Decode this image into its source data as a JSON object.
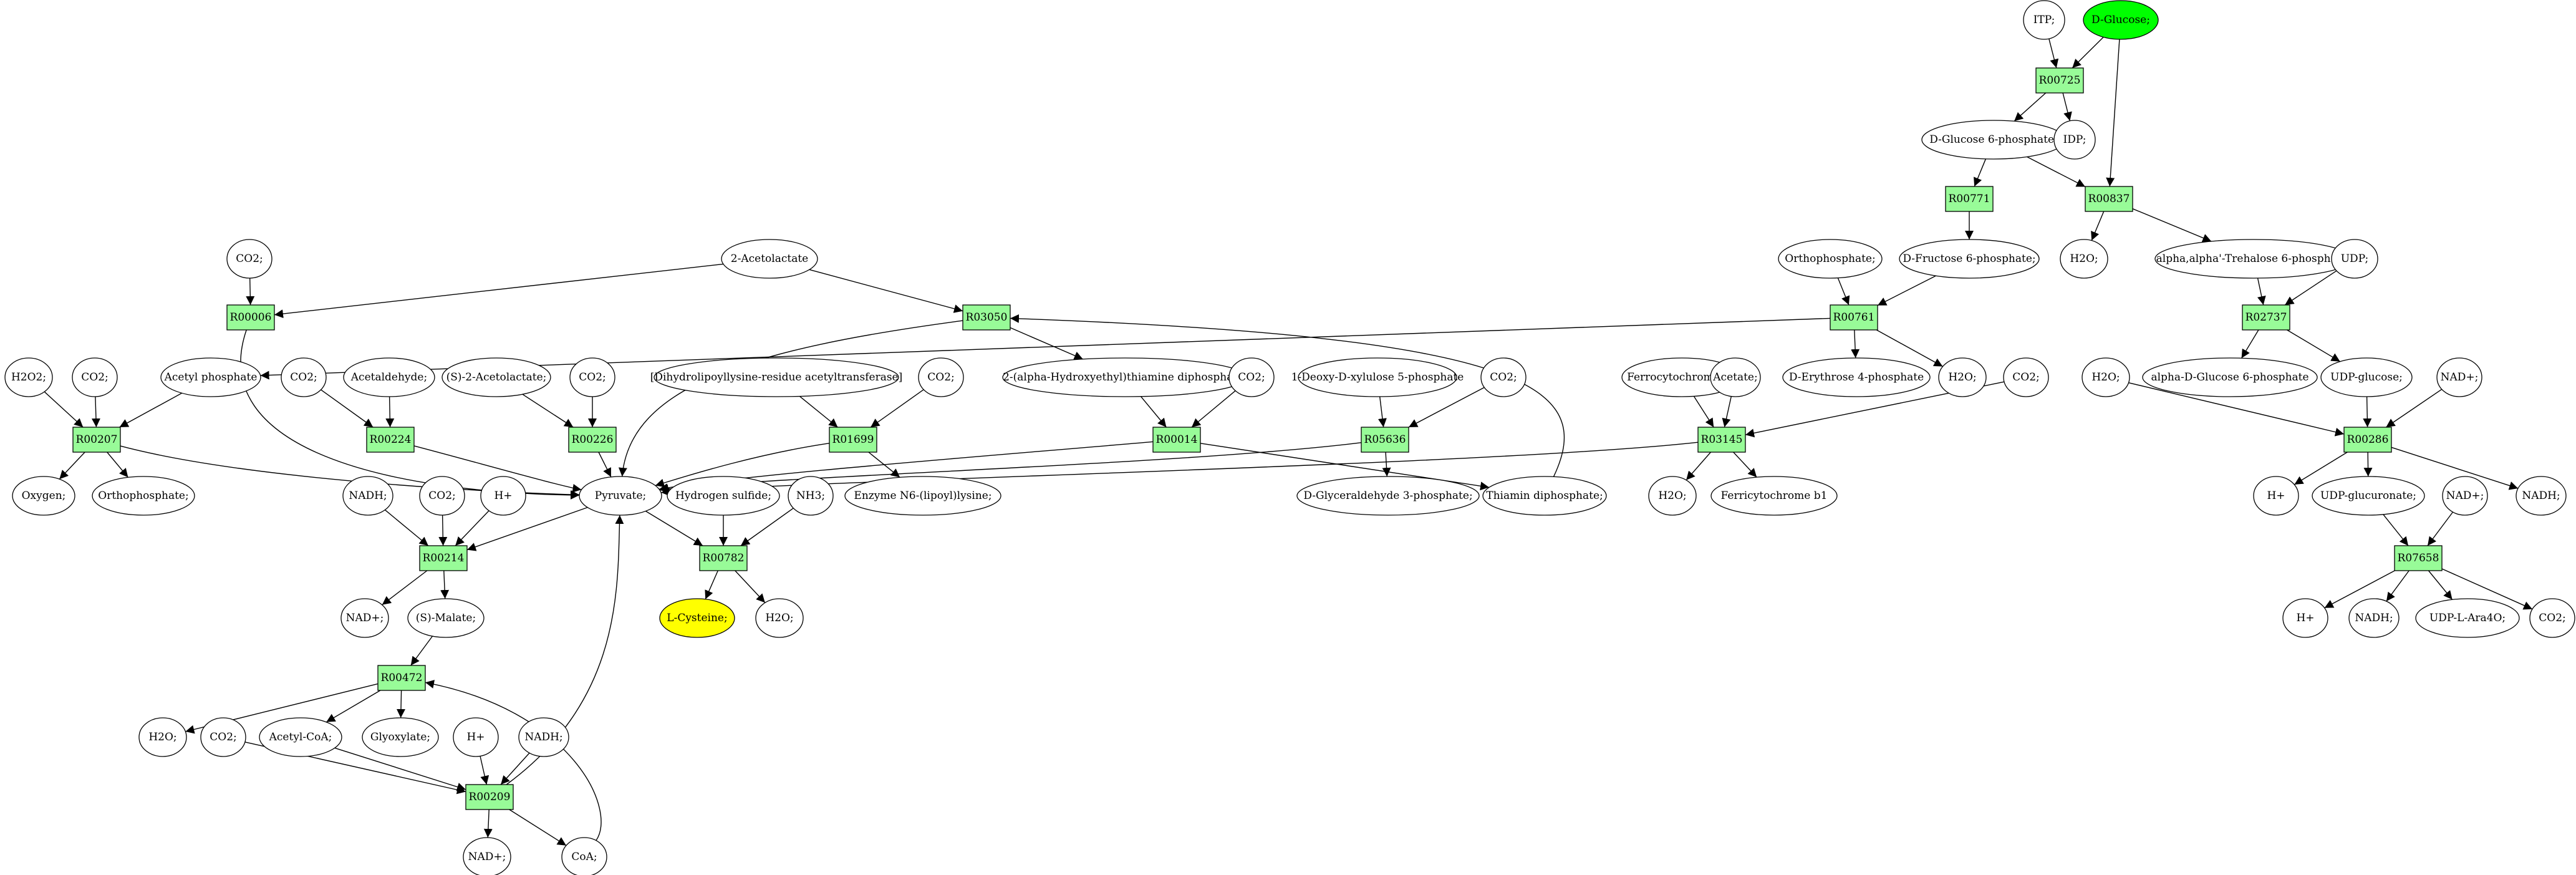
{
  "diagram": {
    "colors": {
      "reaction_fill": "#98fb98",
      "compound_fill": "#ffffff",
      "start_fill": "#00ff00",
      "target_fill": "#ffff00",
      "line": "#000000"
    },
    "reactions": [
      {
        "id": "R00725",
        "label": "R00725"
      },
      {
        "id": "R00837",
        "label": "R00837"
      },
      {
        "id": "R00771",
        "label": "R00771"
      },
      {
        "id": "R00761",
        "label": "R00761"
      },
      {
        "id": "R02737",
        "label": "R02737"
      },
      {
        "id": "R00006",
        "label": "R00006"
      },
      {
        "id": "R03050",
        "label": "R03050"
      },
      {
        "id": "R00207",
        "label": "R00207"
      },
      {
        "id": "R00224",
        "label": "R00224"
      },
      {
        "id": "R00226",
        "label": "R00226"
      },
      {
        "id": "R01699",
        "label": "R01699"
      },
      {
        "id": "R00014",
        "label": "R00014"
      },
      {
        "id": "R05636",
        "label": "R05636"
      },
      {
        "id": "R03145",
        "label": "R03145"
      },
      {
        "id": "R00286",
        "label": "R00286"
      },
      {
        "id": "R00214",
        "label": "R00214"
      },
      {
        "id": "R00782",
        "label": "R00782"
      },
      {
        "id": "R07658",
        "label": "R07658"
      },
      {
        "id": "R00472",
        "label": "R00472"
      },
      {
        "id": "R00209",
        "label": "R00209"
      }
    ],
    "compounds": [
      {
        "id": "itp",
        "label": "ITP;"
      },
      {
        "id": "dglucose",
        "label": "D-Glucose;",
        "role": "start"
      },
      {
        "id": "g6p",
        "label": "D-Glucose 6-phosphate;"
      },
      {
        "id": "idp",
        "label": "IDP;"
      },
      {
        "id": "f6p",
        "label": "D-Fructose 6-phosphate;"
      },
      {
        "id": "h2o_837",
        "label": "H2O;"
      },
      {
        "id": "trehalose6p",
        "label": "alpha,alpha'-Trehalose 6-phosphate;"
      },
      {
        "id": "udp_1",
        "label": "UDP;"
      },
      {
        "id": "orthophosphate_761",
        "label": "Orthophosphate;"
      },
      {
        "id": "erythrose4p",
        "label": "D-Erythrose 4-phosphate"
      },
      {
        "id": "h2o_761",
        "label": "H2O;"
      },
      {
        "id": "glucose6p_alpha",
        "label": "alpha-D-Glucose 6-phosphate"
      },
      {
        "id": "udpglucose",
        "label": "UDP-glucose;"
      },
      {
        "id": "co2_006",
        "label": "CO2;"
      },
      {
        "id": "acetolactate",
        "label": "2-Acetolactate"
      },
      {
        "id": "h2o2",
        "label": "H2O2;"
      },
      {
        "id": "co2_207",
        "label": "CO2;"
      },
      {
        "id": "acetylphosphate",
        "label": "Acetyl phosphate"
      },
      {
        "id": "co2_224",
        "label": "CO2;"
      },
      {
        "id": "acetaldehyde",
        "label": "Acetaldehyde;"
      },
      {
        "id": "s_acetolactate",
        "label": "(S)-2-Acetolactate;"
      },
      {
        "id": "co2_226",
        "label": "CO2;"
      },
      {
        "id": "dihydrolipoyllysine",
        "label": "[Dihydrolipoyllysine-residue acetyltransferase]"
      },
      {
        "id": "co2_1699",
        "label": "CO2;"
      },
      {
        "id": "hydroxyethylthiamine",
        "label": "2-(alpha-Hydroxyethyl)thiamine diphosphate;"
      },
      {
        "id": "co2_014",
        "label": "CO2;"
      },
      {
        "id": "deoxyxylulose5p",
        "label": "1-Deoxy-D-xylulose 5-phosphate"
      },
      {
        "id": "co2_5636",
        "label": "CO2;"
      },
      {
        "id": "ferrocytochrome",
        "label": "Ferrocytochrome b1"
      },
      {
        "id": "acetate",
        "label": "Acetate;"
      },
      {
        "id": "co2_3145",
        "label": "CO2;"
      },
      {
        "id": "h2o_286",
        "label": "H2O;"
      },
      {
        "id": "nadp_286",
        "label": "NAD+;"
      },
      {
        "id": "oxygen",
        "label": "Oxygen;"
      },
      {
        "id": "orthophosphate_207",
        "label": "Orthophosphate;"
      },
      {
        "id": "pyruvate",
        "label": "Pyruvate;"
      },
      {
        "id": "enzyme_lipoyllysine",
        "label": "Enzyme N6-(lipoyl)lysine;"
      },
      {
        "id": "glyceraldehyde3p",
        "label": "D-Glyceraldehyde 3-phosphate;"
      },
      {
        "id": "thiamin_dp",
        "label": "Thiamin diphosphate;"
      },
      {
        "id": "h2o_3145",
        "label": "H2O;"
      },
      {
        "id": "ferricytochrome",
        "label": "Ferricytochrome b1"
      },
      {
        "id": "hplus_286",
        "label": "H+"
      },
      {
        "id": "udpglucuronate",
        "label": "UDP-glucuronate;"
      },
      {
        "id": "nadp_7658",
        "label": "NAD+;"
      },
      {
        "id": "nadh_286",
        "label": "NADH;"
      },
      {
        "id": "nadh_214",
        "label": "NADH;"
      },
      {
        "id": "co2_214",
        "label": "CO2;"
      },
      {
        "id": "hplus_214",
        "label": "H+"
      },
      {
        "id": "hydrogensulfide",
        "label": "Hydrogen sulfide;"
      },
      {
        "id": "nh3",
        "label": "NH3;"
      },
      {
        "id": "nadp_214out",
        "label": "NAD+;"
      },
      {
        "id": "s_malate",
        "label": "(S)-Malate;"
      },
      {
        "id": "lcysteine",
        "label": "L-Cysteine;",
        "role": "target"
      },
      {
        "id": "h2o_782",
        "label": "H2O;"
      },
      {
        "id": "hplus_7658",
        "label": "H+"
      },
      {
        "id": "nadh_7658",
        "label": "NADH;"
      },
      {
        "id": "udp_ara4o",
        "label": "UDP-L-Ara4O;"
      },
      {
        "id": "co2_7658",
        "label": "CO2;"
      },
      {
        "id": "h2o_472",
        "label": "H2O;"
      },
      {
        "id": "acetylcoa",
        "label": "Acetyl-CoA;"
      },
      {
        "id": "glyoxylate",
        "label": "Glyoxylate;"
      },
      {
        "id": "co2_209",
        "label": "CO2;"
      },
      {
        "id": "hplus_209",
        "label": "H+"
      },
      {
        "id": "nadh_209",
        "label": "NADH;"
      },
      {
        "id": "nadp_209",
        "label": "NAD+;"
      },
      {
        "id": "coa",
        "label": "CoA;"
      }
    ],
    "edges": [
      [
        "itp",
        "R00725"
      ],
      [
        "dglucose",
        "R00725"
      ],
      [
        "R00725",
        "g6p"
      ],
      [
        "R00725",
        "idp"
      ],
      [
        "dglucose",
        "R00837"
      ],
      [
        "g6p",
        "R00837"
      ],
      [
        "R00837",
        "h2o_837"
      ],
      [
        "R00837",
        "trehalose6p"
      ],
      [
        "g6p",
        "R00771"
      ],
      [
        "R00771",
        "f6p"
      ],
      [
        "orthophosphate_761",
        "R00761"
      ],
      [
        "f6p",
        "R00761"
      ],
      [
        "R00761",
        "acetylphosphate"
      ],
      [
        "R00761",
        "erythrose4p"
      ],
      [
        "R00761",
        "h2o_761"
      ],
      [
        "trehalose6p",
        "R02737"
      ],
      [
        "udp_1",
        "R02737"
      ],
      [
        "R02737",
        "glucose6p_alpha"
      ],
      [
        "R02737",
        "udpglucose"
      ],
      [
        "co2_006",
        "R00006"
      ],
      [
        "acetolactate",
        "R00006"
      ],
      [
        "R00006",
        "pyruvate"
      ],
      [
        "acetolactate",
        "R03050"
      ],
      [
        "R03050",
        "pyruvate"
      ],
      [
        "R03050",
        "hydroxyethylthiamine"
      ],
      [
        "thiamin_dp",
        "R03050"
      ],
      [
        "h2o2",
        "R00207"
      ],
      [
        "co2_207",
        "R00207"
      ],
      [
        "acetylphosphate",
        "R00207"
      ],
      [
        "R00207",
        "oxygen"
      ],
      [
        "R00207",
        "orthophosphate_207"
      ],
      [
        "R00207",
        "pyruvate"
      ],
      [
        "co2_224",
        "R00224"
      ],
      [
        "acetaldehyde",
        "R00224"
      ],
      [
        "R00224",
        "pyruvate"
      ],
      [
        "s_acetolactate",
        "R00226"
      ],
      [
        "co2_226",
        "R00226"
      ],
      [
        "R00226",
        "pyruvate"
      ],
      [
        "dihydrolipoyllysine",
        "R01699"
      ],
      [
        "co2_1699",
        "R01699"
      ],
      [
        "R01699",
        "pyruvate"
      ],
      [
        "R01699",
        "enzyme_lipoyllysine"
      ],
      [
        "hydroxyethylthiamine",
        "R00014"
      ],
      [
        "co2_014",
        "R00014"
      ],
      [
        "R00014",
        "pyruvate"
      ],
      [
        "R00014",
        "thiamin_dp"
      ],
      [
        "deoxyxylulose5p",
        "R05636"
      ],
      [
        "co2_5636",
        "R05636"
      ],
      [
        "R05636",
        "pyruvate"
      ],
      [
        "R05636",
        "glyceraldehyde3p"
      ],
      [
        "ferrocytochrome",
        "R03145"
      ],
      [
        "acetate",
        "R03145"
      ],
      [
        "co2_3145",
        "R03145"
      ],
      [
        "R03145",
        "pyruvate"
      ],
      [
        "R03145",
        "h2o_3145"
      ],
      [
        "R03145",
        "ferricytochrome"
      ],
      [
        "h2o_286",
        "R00286"
      ],
      [
        "udpglucose",
        "R00286"
      ],
      [
        "nadp_286",
        "R00286"
      ],
      [
        "R00286",
        "hplus_286"
      ],
      [
        "R00286",
        "udpglucuronate"
      ],
      [
        "R00286",
        "nadh_286"
      ],
      [
        "udpglucuronate",
        "R07658"
      ],
      [
        "nadp_7658",
        "R07658"
      ],
      [
        "R07658",
        "hplus_7658"
      ],
      [
        "R07658",
        "nadh_7658"
      ],
      [
        "R07658",
        "udp_ara4o"
      ],
      [
        "R07658",
        "co2_7658"
      ],
      [
        "nadh_214",
        "R00214"
      ],
      [
        "co2_214",
        "R00214"
      ],
      [
        "hplus_214",
        "R00214"
      ],
      [
        "pyruvate",
        "R00214"
      ],
      [
        "R00214",
        "nadp_214out"
      ],
      [
        "R00214",
        "s_malate"
      ],
      [
        "pyruvate",
        "R00782"
      ],
      [
        "hydrogensulfide",
        "R00782"
      ],
      [
        "nh3",
        "R00782"
      ],
      [
        "R00782",
        "lcysteine"
      ],
      [
        "R00782",
        "h2o_782"
      ],
      [
        "s_malate",
        "R00472"
      ],
      [
        "R00472",
        "h2o_472"
      ],
      [
        "R00472",
        "acetylcoa"
      ],
      [
        "R00472",
        "glyoxylate"
      ],
      [
        "acetylcoa",
        "R00209"
      ],
      [
        "co2_209",
        "R00209"
      ],
      [
        "hplus_209",
        "R00209"
      ],
      [
        "nadh_209",
        "R00209"
      ],
      [
        "R00209",
        "nadp_209"
      ],
      [
        "R00209",
        "coa"
      ],
      [
        "R00209",
        "pyruvate"
      ],
      [
        "coa",
        "R00472"
      ]
    ]
  }
}
